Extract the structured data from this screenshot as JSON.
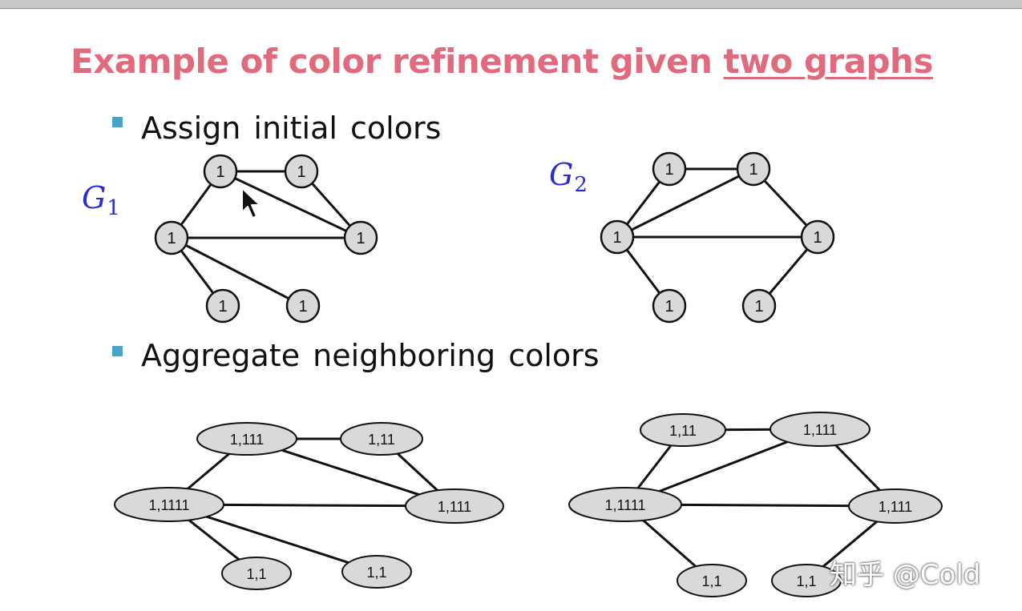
{
  "title": {
    "part1": "Example of color refinement given ",
    "part2": "two graphs"
  },
  "bullets": {
    "b1": "Assign initial colors",
    "b2": "Aggregate neighboring colors"
  },
  "graphs": {
    "g1_name": "G",
    "g1_sub": "1",
    "g2_name": "G",
    "g2_sub": "2"
  },
  "colors": {
    "title": "#e06a7e",
    "bullet_marker": "#4aa3c4",
    "graph_label": "#2b2bd6",
    "node_fill": "#d9d9d9"
  },
  "nodes": {
    "g1": {
      "top_left": "1",
      "top_right": "1",
      "left": "1",
      "right": "1",
      "bottom_left": "1",
      "bottom_right": "1"
    },
    "g2": {
      "top_left": "1",
      "top_right": "1",
      "left": "1",
      "right": "1",
      "bottom_left": "1",
      "bottom_right": "1"
    },
    "g1_agg": {
      "top_left": "1,111",
      "top_right": "1,11",
      "left": "1,1111",
      "right": "1,111",
      "bottom_left": "1,1",
      "bottom_right": "1,1"
    },
    "g2_agg": {
      "top_left": "1,11",
      "top_right": "1,111",
      "left": "1,1111",
      "right": "1,111",
      "bottom_left": "1,1",
      "bottom_right": "1,1"
    }
  },
  "watermark": "知乎 @Cold"
}
